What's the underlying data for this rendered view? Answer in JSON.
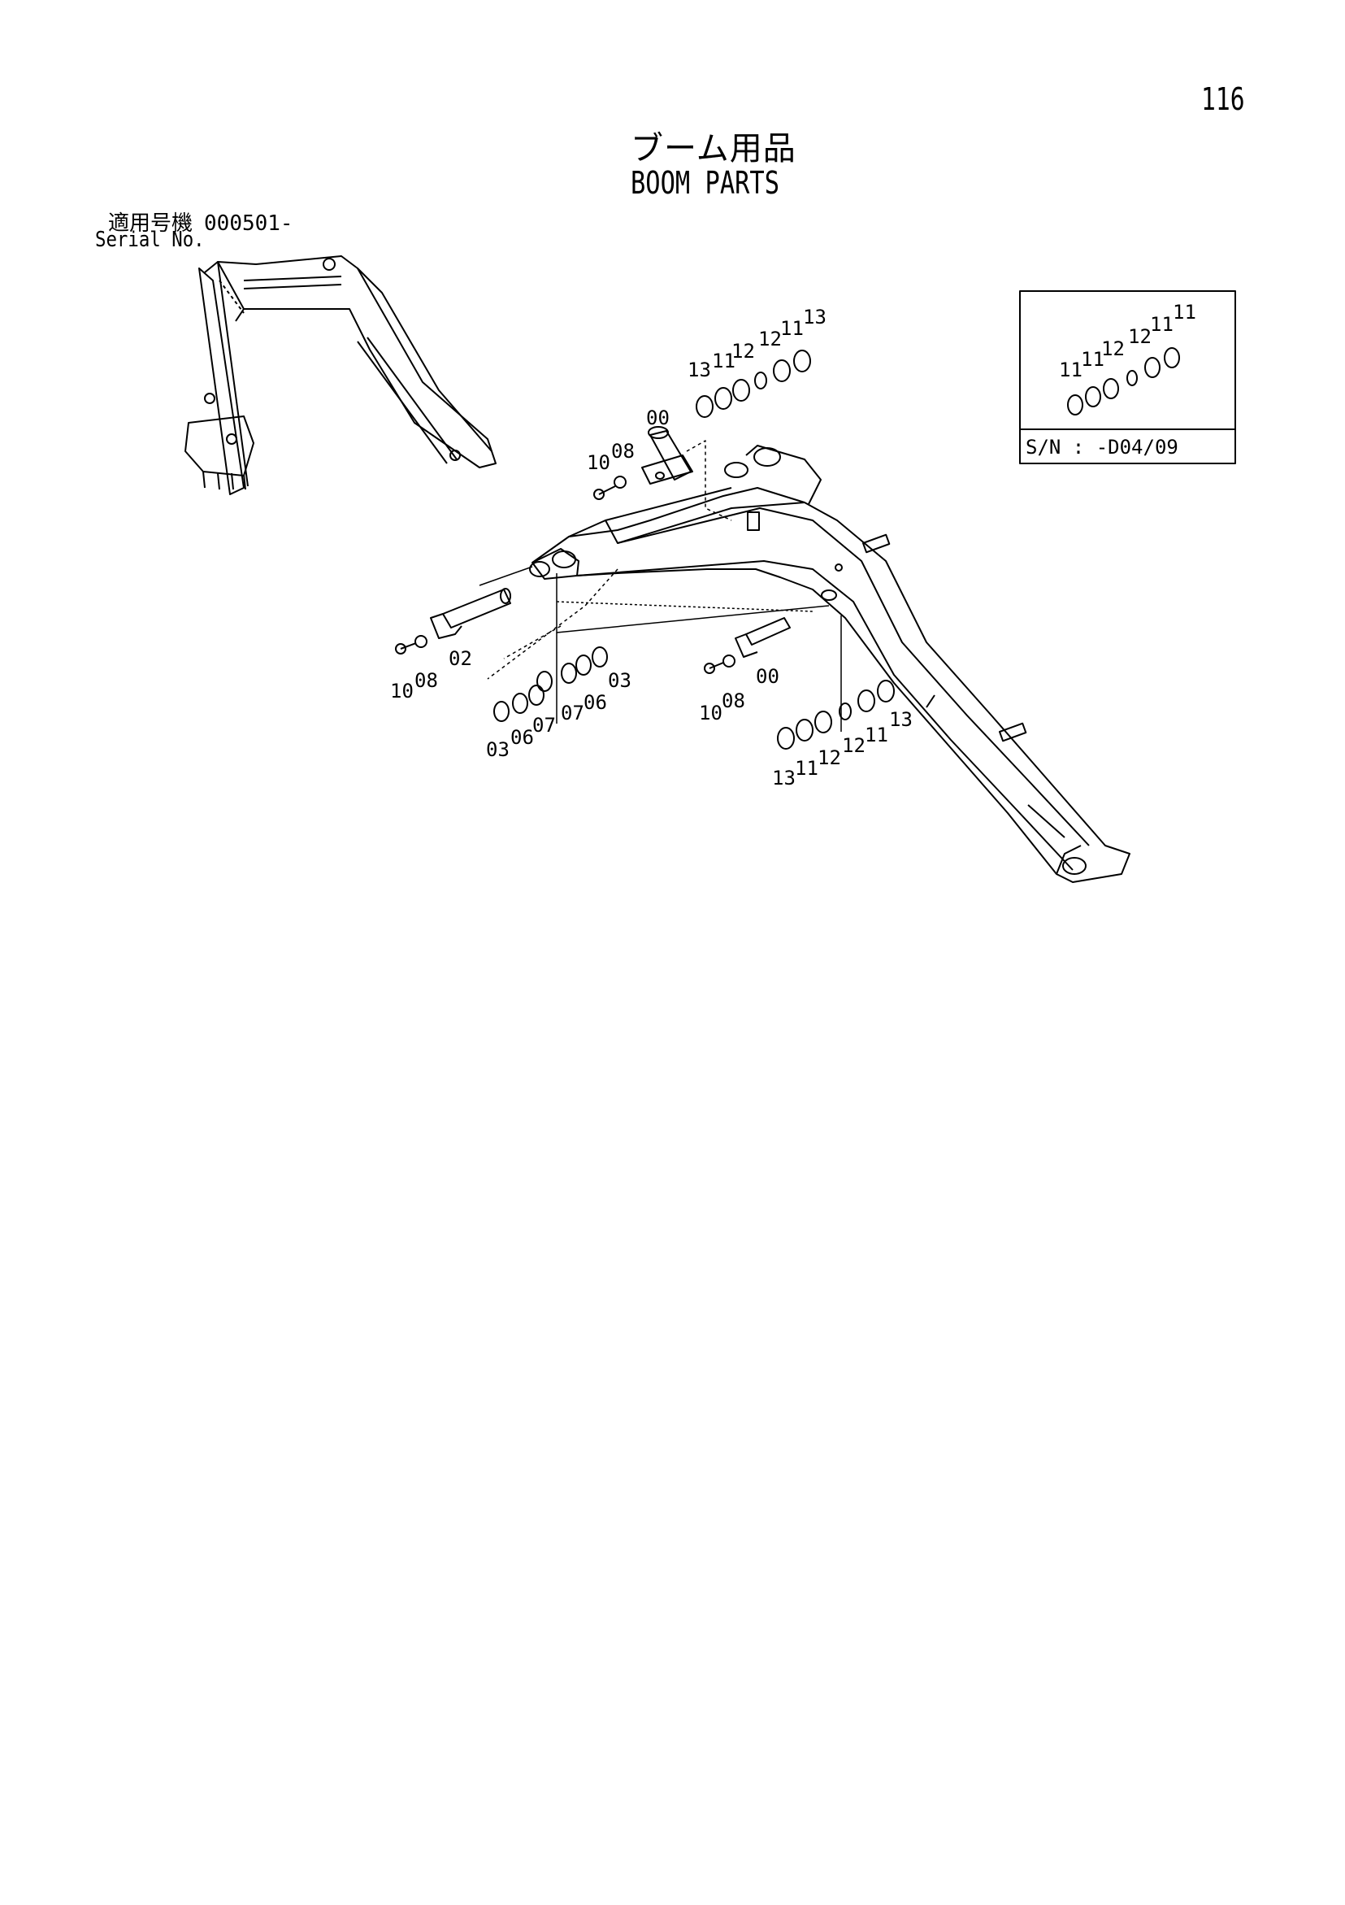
{
  "page_number": "116",
  "title_jp": "ブーム用品",
  "title_en": "BOOM PARTS",
  "serial": {
    "label_jp": "適用号機",
    "range": "000501-",
    "label_en": "Serial No."
  },
  "inset": {
    "sn_label": "S/N : -D04/09",
    "labels": [
      "11",
      "11",
      "12",
      "12",
      "11",
      "11"
    ]
  },
  "callouts": {
    "top_pin_stack": [
      "13",
      "11",
      "12",
      "12",
      "11",
      "13"
    ],
    "top_pin": [
      "10",
      "08",
      "00"
    ],
    "left_pin": [
      "10",
      "08",
      "02"
    ],
    "left_washers_a": [
      "07",
      "06",
      "03"
    ],
    "left_washers_b": [
      "03",
      "06",
      "07"
    ],
    "right_pin": [
      "10",
      "08",
      "00"
    ],
    "bottom_stack": [
      "13",
      "11",
      "12",
      "12",
      "11",
      "13"
    ]
  }
}
